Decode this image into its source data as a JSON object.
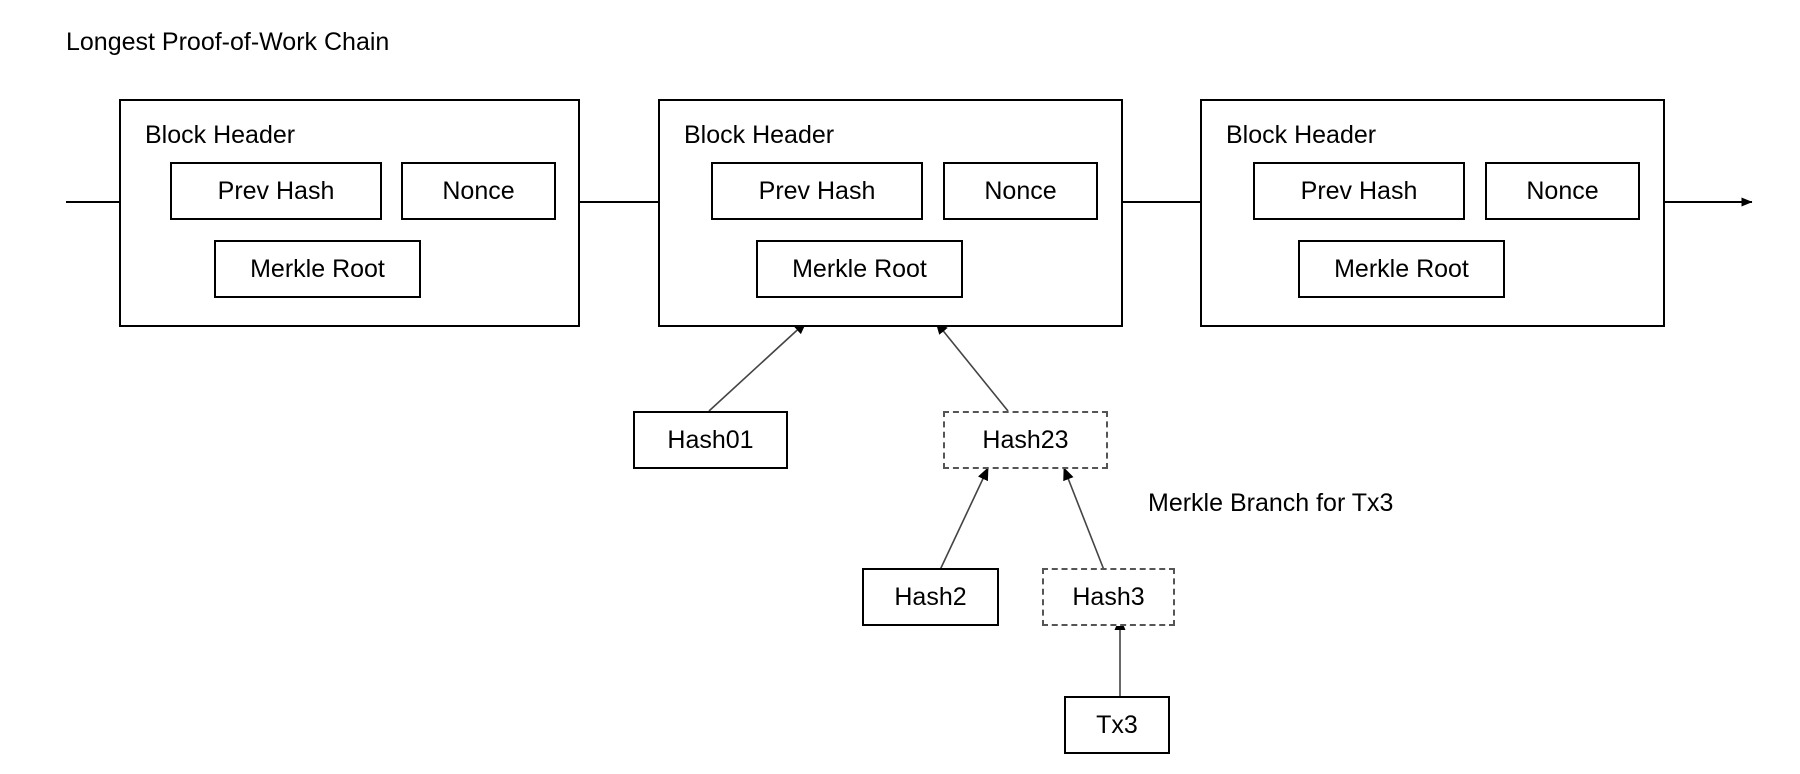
{
  "diagram": {
    "title": "Longest Proof-of-Work Chain",
    "branch_caption": "Merkle Branch for Tx3",
    "line_color": "#000000",
    "dashed_color": "#555555",
    "background": "#ffffff"
  },
  "blocks": [
    {
      "header_label": "Block Header",
      "prev_hash_label": "Prev Hash",
      "nonce_label": "Nonce",
      "merkle_root_label": "Merkle Root"
    },
    {
      "header_label": "Block Header",
      "prev_hash_label": "Prev Hash",
      "nonce_label": "Nonce",
      "merkle_root_label": "Merkle Root"
    },
    {
      "header_label": "Block Header",
      "prev_hash_label": "Prev Hash",
      "nonce_label": "Nonce",
      "merkle_root_label": "Merkle Root"
    }
  ],
  "merkle_nodes": [
    {
      "label": "Hash01",
      "style": "solid"
    },
    {
      "label": "Hash23",
      "style": "dashed"
    },
    {
      "label": "Hash2",
      "style": "solid"
    },
    {
      "label": "Hash3",
      "style": "dashed"
    },
    {
      "label": "Tx3",
      "style": "solid"
    }
  ]
}
